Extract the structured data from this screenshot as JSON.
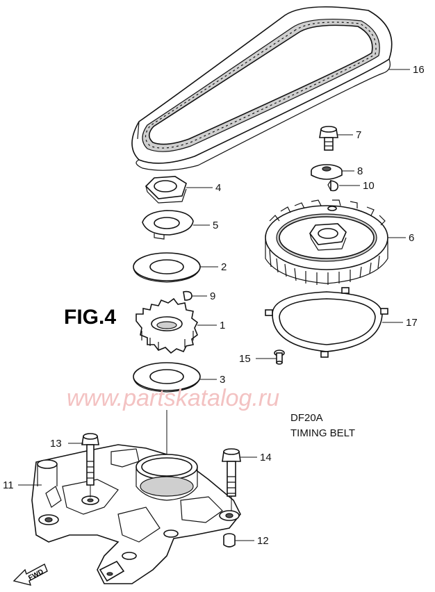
{
  "figure": {
    "title": "FIG.4",
    "model": "DF20A",
    "section": "TIMING BELT",
    "watermark": "www.partskatalog.ru",
    "forward_marker": "FWD"
  },
  "callouts": [
    {
      "id": "16",
      "label": "16"
    },
    {
      "id": "7",
      "label": "7"
    },
    {
      "id": "8",
      "label": "8"
    },
    {
      "id": "10",
      "label": "10"
    },
    {
      "id": "4",
      "label": "4"
    },
    {
      "id": "5",
      "label": "5"
    },
    {
      "id": "6",
      "label": "6"
    },
    {
      "id": "2",
      "label": "2"
    },
    {
      "id": "9",
      "label": "9"
    },
    {
      "id": "17",
      "label": "17"
    },
    {
      "id": "1",
      "label": "1"
    },
    {
      "id": "15",
      "label": "15"
    },
    {
      "id": "3",
      "label": "3"
    },
    {
      "id": "13",
      "label": "13"
    },
    {
      "id": "14",
      "label": "14"
    },
    {
      "id": "11",
      "label": "11"
    },
    {
      "id": "12",
      "label": "12"
    }
  ],
  "colors": {
    "line": "#111111",
    "watermark": "#f3c2c2",
    "background": "#ffffff"
  }
}
